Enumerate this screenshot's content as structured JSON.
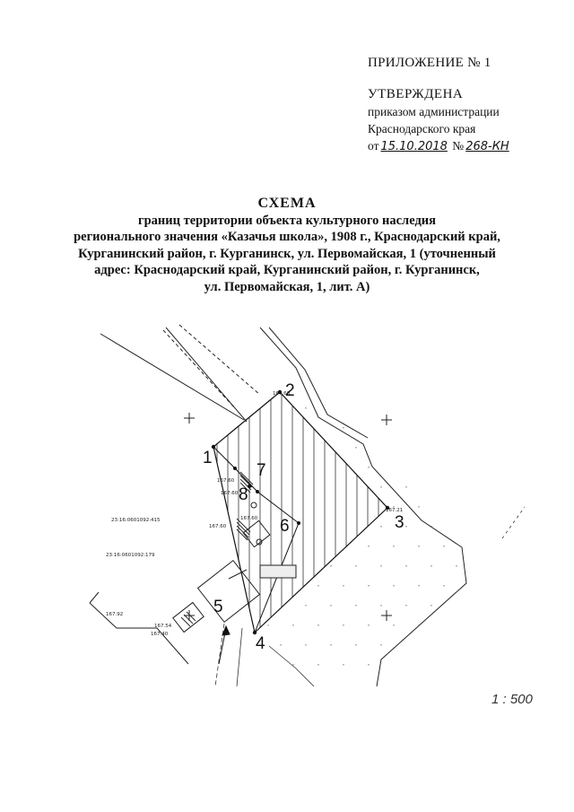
{
  "header": {
    "appendix": "ПРИЛОЖЕНИЕ № 1",
    "approved": "УТВЕРЖДЕНА",
    "order_line1": "приказом администрации",
    "order_line2": "Краснодарского края",
    "date_prefix": "от",
    "date_value": "15.10.2018",
    "number_prefix": "№",
    "number_value": "268-КН"
  },
  "title": {
    "line1": "СХЕМА",
    "line2": "границ территории объекта культурного наследия",
    "line3": "регионального значения «Казачья школа», 1908 г., Краснодарский край,",
    "line4": "Курганинский район, г. Курганинск, ул. Первомайская, 1 (уточненный",
    "line5": "адрес: Краснодарский край, Курганинский район, г. Курганинск,",
    "line6": "ул. Первомайская, 1, лит. А)"
  },
  "map": {
    "points": [
      "1",
      "2",
      "3",
      "4",
      "5",
      "6",
      "7",
      "8"
    ],
    "cadastral_1": "23:16:0601092:415",
    "cadastral_2": "23:16:0601092:179",
    "elevations": [
      "167.60",
      "167.60",
      "167.60",
      "167.60",
      "167.54",
      "167.40",
      "167.92",
      "167.21",
      "167.60"
    ]
  },
  "scale": "1 : 500"
}
